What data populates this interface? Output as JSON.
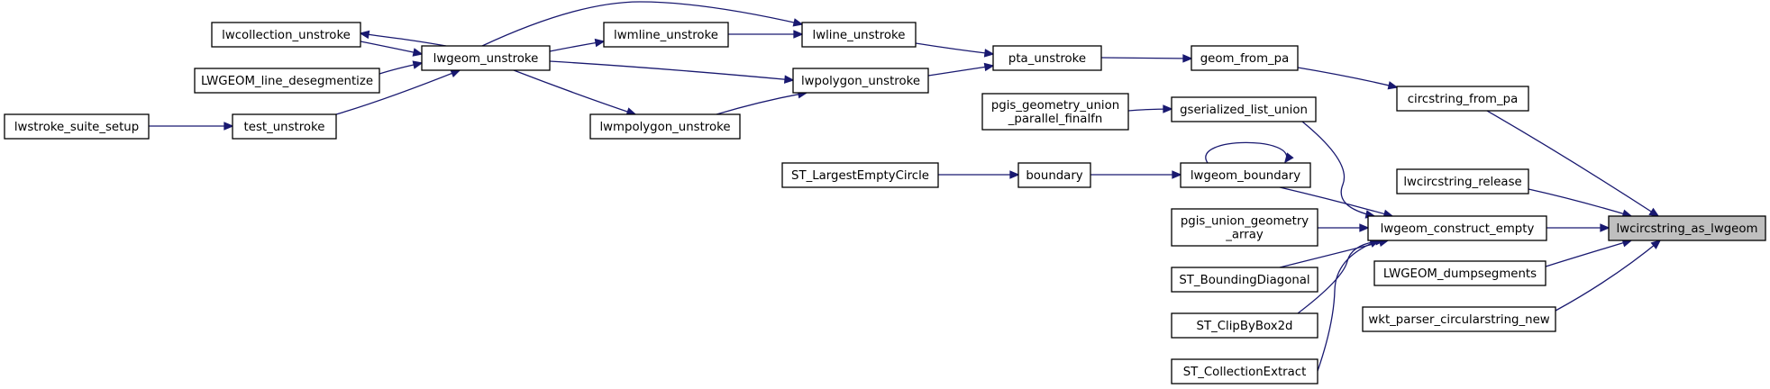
{
  "graph": {
    "root": "lwcircstring_as_lwgeom",
    "colors": {
      "edge": "#191970",
      "node_border": "#000000",
      "node_fill": "#ffffff",
      "root_fill": "#bfbfbf"
    },
    "nodes": [
      {
        "id": "lwcollection_unstroke",
        "lines": [
          "lwcollection_unstroke"
        ]
      },
      {
        "id": "LWGEOM_line_desegmentize",
        "lines": [
          "LWGEOM_line_desegmentize"
        ]
      },
      {
        "id": "lwgeom_unstroke",
        "lines": [
          "lwgeom_unstroke"
        ]
      },
      {
        "id": "lwstroke_suite_setup",
        "lines": [
          "lwstroke_suite_setup"
        ]
      },
      {
        "id": "test_unstroke",
        "lines": [
          "test_unstroke"
        ]
      },
      {
        "id": "lwmline_unstroke",
        "lines": [
          "lwmline_unstroke"
        ]
      },
      {
        "id": "lwmpolygon_unstroke",
        "lines": [
          "lwmpolygon_unstroke"
        ]
      },
      {
        "id": "lwline_unstroke",
        "lines": [
          "lwline_unstroke"
        ]
      },
      {
        "id": "lwpolygon_unstroke",
        "lines": [
          "lwpolygon_unstroke"
        ]
      },
      {
        "id": "pta_unstroke",
        "lines": [
          "pta_unstroke"
        ]
      },
      {
        "id": "geom_from_pa",
        "lines": [
          "geom_from_pa"
        ]
      },
      {
        "id": "circstring_from_pa",
        "lines": [
          "circstring_from_pa"
        ]
      },
      {
        "id": "pgis_geometry_union_parallel_finalfn",
        "lines": [
          "pgis_geometry_union",
          "_parallel_finalfn"
        ]
      },
      {
        "id": "gserialized_list_union",
        "lines": [
          "gserialized_list_union"
        ]
      },
      {
        "id": "ST_LargestEmptyCircle",
        "lines": [
          "ST_LargestEmptyCircle"
        ]
      },
      {
        "id": "boundary",
        "lines": [
          "boundary"
        ]
      },
      {
        "id": "lwgeom_boundary",
        "lines": [
          "lwgeom_boundary"
        ]
      },
      {
        "id": "pgis_union_geometry_array",
        "lines": [
          "pgis_union_geometry",
          "_array"
        ]
      },
      {
        "id": "ST_BoundingDiagonal",
        "lines": [
          "ST_BoundingDiagonal"
        ]
      },
      {
        "id": "ST_ClipByBox2d",
        "lines": [
          "ST_ClipByBox2d"
        ]
      },
      {
        "id": "ST_CollectionExtract",
        "lines": [
          "ST_CollectionExtract"
        ]
      },
      {
        "id": "lwgeom_construct_empty",
        "lines": [
          "lwgeom_construct_empty"
        ]
      },
      {
        "id": "lwcircstring_release",
        "lines": [
          "lwcircstring_release"
        ]
      },
      {
        "id": "LWGEOM_dumpsegments",
        "lines": [
          "LWGEOM_dumpsegments"
        ]
      },
      {
        "id": "wkt_parser_circularstring_new",
        "lines": [
          "wkt_parser_circularstring_new"
        ]
      },
      {
        "id": "lwcircstring_as_lwgeom",
        "lines": [
          "lwcircstring_as_lwgeom"
        ]
      }
    ],
    "edges": [
      {
        "from": "lwgeom_unstroke",
        "to": "lwcollection_unstroke"
      },
      {
        "from": "lwcollection_unstroke",
        "to": "lwgeom_unstroke"
      },
      {
        "from": "LWGEOM_line_desegmentize",
        "to": "lwgeom_unstroke"
      },
      {
        "from": "test_unstroke",
        "to": "lwgeom_unstroke"
      },
      {
        "from": "lwstroke_suite_setup",
        "to": "test_unstroke"
      },
      {
        "from": "lwgeom_unstroke",
        "to": "lwmline_unstroke"
      },
      {
        "from": "lwgeom_unstroke",
        "to": "lwline_unstroke"
      },
      {
        "from": "lwgeom_unstroke",
        "to": "lwpolygon_unstroke"
      },
      {
        "from": "lwgeom_unstroke",
        "to": "lwmpolygon_unstroke"
      },
      {
        "from": "lwmline_unstroke",
        "to": "lwline_unstroke"
      },
      {
        "from": "lwmpolygon_unstroke",
        "to": "lwpolygon_unstroke"
      },
      {
        "from": "lwline_unstroke",
        "to": "pta_unstroke"
      },
      {
        "from": "lwpolygon_unstroke",
        "to": "pta_unstroke"
      },
      {
        "from": "pta_unstroke",
        "to": "geom_from_pa"
      },
      {
        "from": "geom_from_pa",
        "to": "circstring_from_pa"
      },
      {
        "from": "circstring_from_pa",
        "to": "lwcircstring_as_lwgeom"
      },
      {
        "from": "pgis_geometry_union_parallel_finalfn",
        "to": "gserialized_list_union"
      },
      {
        "from": "gserialized_list_union",
        "to": "lwgeom_construct_empty"
      },
      {
        "from": "ST_LargestEmptyCircle",
        "to": "boundary"
      },
      {
        "from": "boundary",
        "to": "lwgeom_boundary"
      },
      {
        "from": "lwgeom_boundary",
        "to": "lwgeom_boundary"
      },
      {
        "from": "lwgeom_boundary",
        "to": "lwgeom_construct_empty"
      },
      {
        "from": "pgis_union_geometry_array",
        "to": "lwgeom_construct_empty"
      },
      {
        "from": "ST_BoundingDiagonal",
        "to": "lwgeom_construct_empty"
      },
      {
        "from": "ST_ClipByBox2d",
        "to": "lwgeom_construct_empty"
      },
      {
        "from": "ST_CollectionExtract",
        "to": "lwgeom_construct_empty"
      },
      {
        "from": "lwgeom_construct_empty",
        "to": "lwcircstring_as_lwgeom"
      },
      {
        "from": "lwcircstring_release",
        "to": "lwcircstring_as_lwgeom"
      },
      {
        "from": "LWGEOM_dumpsegments",
        "to": "lwcircstring_as_lwgeom"
      },
      {
        "from": "wkt_parser_circularstring_new",
        "to": "lwcircstring_as_lwgeom"
      }
    ]
  }
}
